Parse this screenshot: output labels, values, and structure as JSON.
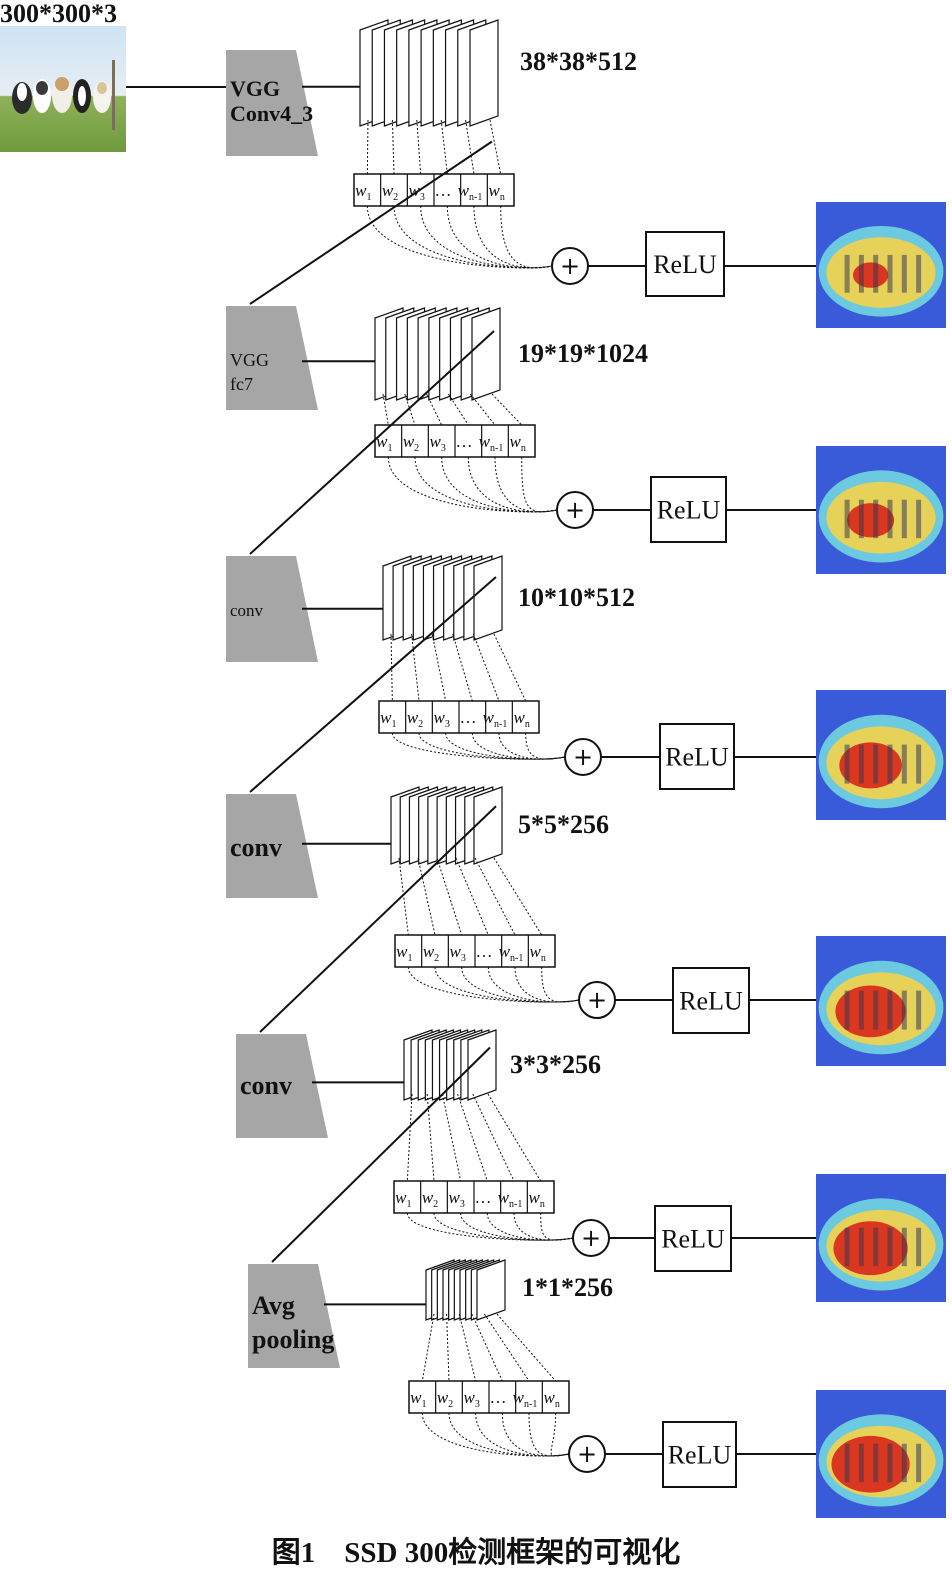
{
  "input": {
    "size_label": "300*300*3",
    "image_icon": "dogs-photo-icon"
  },
  "stages": [
    {
      "layer_label_lines": [
        "VGG",
        "Conv4_3"
      ],
      "shape_label": "38*38*512",
      "relu_label": "ReLU",
      "heatmap_intensity": 0.35
    },
    {
      "layer_label_lines": [
        "VGG",
        "fc7"
      ],
      "shape_label": "19*19*1024",
      "relu_label": "ReLU",
      "heatmap_intensity": 0.5
    },
    {
      "layer_label_lines": [
        "conv"
      ],
      "shape_label": "10*10*512",
      "relu_label": "ReLU",
      "heatmap_intensity": 0.7
    },
    {
      "layer_label_lines": [
        "conv"
      ],
      "shape_label": "5*5*256",
      "relu_label": "ReLU",
      "heatmap_intensity": 0.8
    },
    {
      "layer_label_lines": [
        "conv"
      ],
      "shape_label": "3*3*256",
      "relu_label": "ReLU",
      "heatmap_intensity": 0.85
    },
    {
      "layer_label_lines": [
        "Avg",
        "pooling"
      ],
      "shape_label": "1*1*256",
      "relu_label": "ReLU",
      "heatmap_intensity": 0.9
    }
  ],
  "weights": {
    "labels": [
      "w",
      "w",
      "w",
      "…",
      "w",
      "w"
    ],
    "subscripts": [
      "1",
      "2",
      "3",
      "",
      "n-1",
      "n"
    ]
  },
  "sum_symbol": "+",
  "caption": "图1　SSD 300检测框架的可视化",
  "colors": {
    "block_fill": "#a6a6a6",
    "line": "#111111",
    "heat_blue": "#3a5bd9",
    "heat_cyan": "#6ed0e0",
    "heat_yellow": "#f4d14a",
    "heat_red": "#d8261a"
  }
}
